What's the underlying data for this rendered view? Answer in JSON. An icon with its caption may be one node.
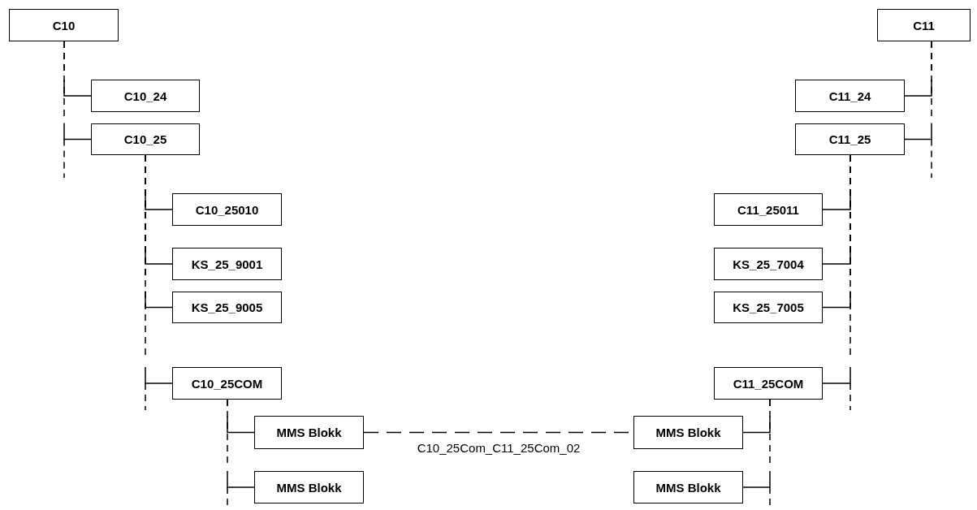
{
  "diagram": {
    "nodes": [
      {
        "text": [
          "C10"
        ]
      },
      {
        "text": [
          "C11"
        ]
      },
      {
        "text": [
          "C10_24"
        ]
      },
      {
        "text": [
          "C11_24"
        ]
      },
      {
        "text": [
          "C10_25"
        ]
      },
      {
        "text": [
          "C11_25"
        ]
      },
      {
        "text": [
          "C10_25010"
        ]
      },
      {
        "text": [
          "C11_25011"
        ]
      },
      {
        "text": [
          "KS_25_9001"
        ]
      },
      {
        "text": [
          "KS_25_7004"
        ]
      },
      {
        "text": [
          "KS_25_9005"
        ]
      },
      {
        "text": [
          "KS_25_7005"
        ]
      },
      {
        "text": [
          "C10_25COM"
        ]
      },
      {
        "text": [
          "C11_25COM"
        ]
      },
      {
        "text": [
          "MMS Blokk"
        ]
      },
      {
        "text": [
          "MMS Blokk"
        ]
      },
      {
        "text": [
          "MMS Blokk"
        ]
      },
      {
        "text": [
          "MMS Blokk"
        ]
      }
    ],
    "edges": [
      {
        "from": 0,
        "to": 2,
        "arrow": "none"
      },
      {
        "from": 0,
        "to": 4,
        "arrow": "none"
      },
      {
        "from": 1,
        "to": 3,
        "arrow": "none"
      },
      {
        "from": 1,
        "to": 5,
        "arrow": "none"
      },
      {
        "from": 4,
        "to": 6,
        "arrow": "none"
      },
      {
        "from": 4,
        "to": 8,
        "arrow": "none"
      },
      {
        "from": 4,
        "to": 10,
        "arrow": "none"
      },
      {
        "from": 4,
        "to": 12,
        "arrow": "none"
      },
      {
        "from": 5,
        "to": 7,
        "arrow": "none"
      },
      {
        "from": 5,
        "to": 9,
        "arrow": "none"
      },
      {
        "from": 5,
        "to": 11,
        "arrow": "none"
      },
      {
        "from": 5,
        "to": 13,
        "arrow": "none"
      },
      {
        "from": 12,
        "to": 14,
        "arrow": "none"
      },
      {
        "from": 12,
        "to": 16,
        "arrow": "none"
      },
      {
        "from": 13,
        "to": 15,
        "arrow": "none"
      },
      {
        "from": 13,
        "to": 17,
        "arrow": "none"
      },
      {
        "from": 14,
        "to": 15,
        "arrow": "none",
        "label": "C10_25Com_C11_25Com_02",
        "style": "dashed"
      }
    ]
  }
}
